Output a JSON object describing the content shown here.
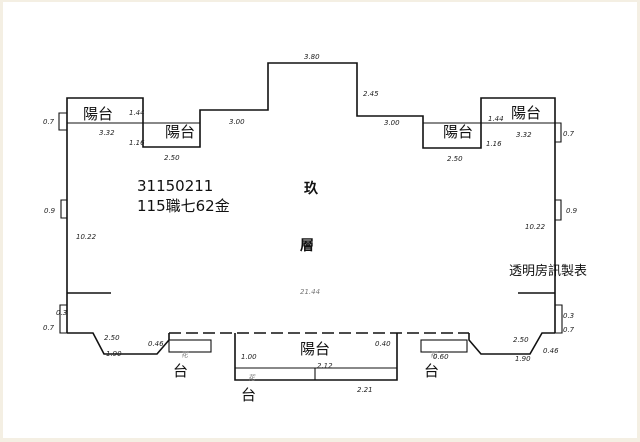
{
  "rooms": {
    "balcony_tl": "陽台",
    "balcony_tl2": "陽台",
    "balcony_tr": "陽台",
    "balcony_tr2": "陽台",
    "balcony_bottom": "陽台",
    "flower_tl": "花",
    "flower_tl2": "台",
    "flower_mid": "花",
    "flower_mid2": "台",
    "flower_tr": "花",
    "flower_tr2": "台"
  },
  "floor": {
    "char1": "玖",
    "char2": "層"
  },
  "listing": {
    "id": "31150211",
    "address": "115職七62金"
  },
  "watermark": "透明房訊製表",
  "dims": {
    "top": "3.80",
    "tr_diag": "2.45",
    "tl_wall": "3.00",
    "tr_wall": "3.00",
    "bal_tl_w": "3.32",
    "bal_tr_w": "3.32",
    "bal_small_l": "2.50",
    "bal_small_r": "2.50",
    "d144_l": "1.44",
    "d144_r": "1.44",
    "d116_l": "1.16",
    "d116_r": "1.16",
    "d_07_l": "0.7",
    "d_07_r": "0.7",
    "d_09_l": "0.9",
    "d_09_r": "0.9",
    "left_h": "10.22",
    "right_h": "10.22",
    "total_w": "21.44",
    "d_03_l": "0.3",
    "d_03_r": "0.3",
    "d_07b_l": "0.7",
    "d_07b_r": "0.7",
    "bot_250_l": "2.50",
    "bot_250_r": "2.50",
    "bot_190_l": "1.90",
    "bot_190_r": "1.90",
    "bot_046_l": "0.46",
    "bot_046_r": "0.46",
    "bot_040": "0.40",
    "bot_212": "2.12",
    "bot_221": "2.21",
    "bot_100": "1.00",
    "bot_060": "0.60"
  }
}
